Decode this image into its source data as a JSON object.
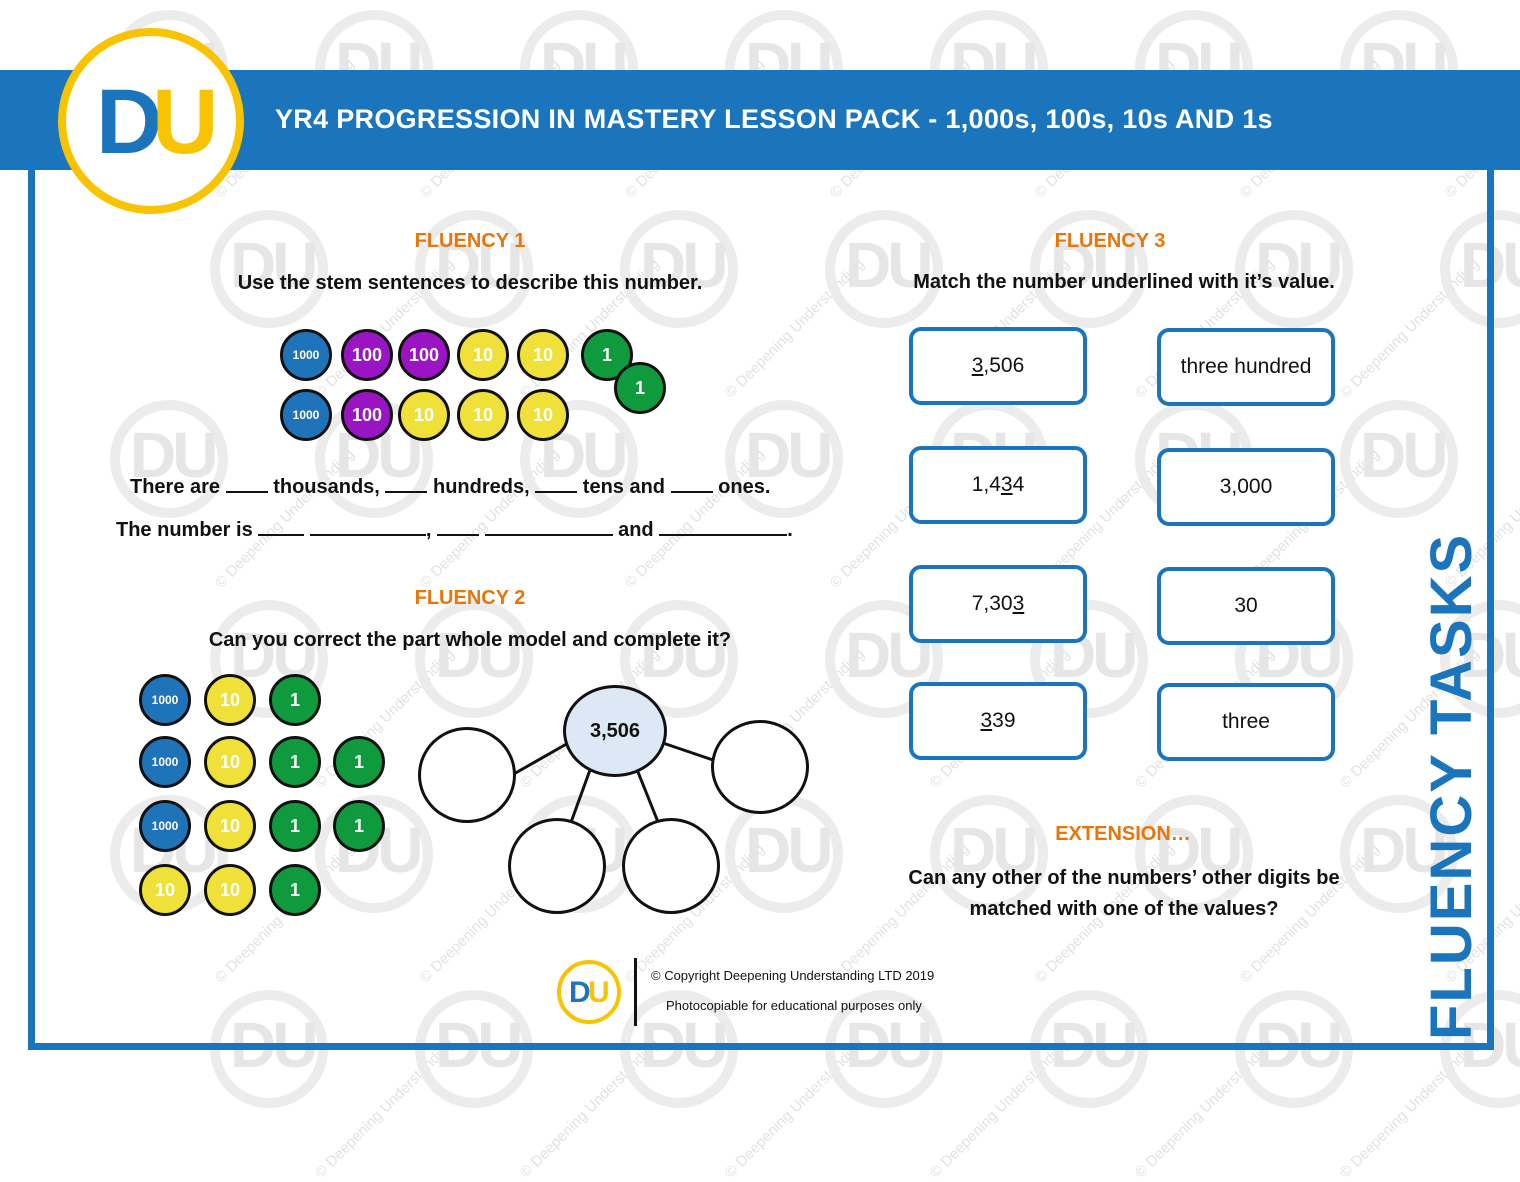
{
  "header": {
    "title": "YR4 PROGRESSION IN MASTERY LESSON PACK - 1,000s, 100s, 10s AND 1s",
    "logo_text": "DU"
  },
  "watermark": {
    "mark": "DU",
    "text": "© Deepening Understanding"
  },
  "fluency1": {
    "heading": "FLUENCY 1",
    "instruction": "Use the stem sentences to describe this number.",
    "counters": [
      "1000",
      "100",
      "100",
      "10",
      "10",
      "1",
      "1000",
      "100",
      "10",
      "10",
      "10",
      "1"
    ],
    "sentence1": {
      "a": "There are",
      "b": "thousands,",
      "c": "hundreds,",
      "d": "tens and",
      "e": "ones."
    },
    "sentence2": {
      "a": "The number is",
      "b": ",",
      "c": "and",
      "d": "."
    }
  },
  "fluency2": {
    "heading": "FLUENCY 2",
    "instruction": "Can you correct the part whole model and complete it?",
    "counters": [
      "1000",
      "10",
      "1",
      "1000",
      "10",
      "1",
      "1",
      "1000",
      "10",
      "1",
      "1",
      "10",
      "10",
      "1"
    ],
    "whole": "3,506"
  },
  "fluency3": {
    "heading": "FLUENCY 3",
    "instruction": "Match the number underlined with it’s value.",
    "numbers": [
      {
        "pre": "",
        "u": "3",
        "post": ",506"
      },
      {
        "pre": "1,4",
        "u": "3",
        "post": "4"
      },
      {
        "pre": "7,30",
        "u": "3",
        "post": ""
      },
      {
        "pre": "",
        "u": "3",
        "post": "39"
      }
    ],
    "values": [
      "three hundred",
      "3,000",
      "30",
      "three"
    ]
  },
  "extension": {
    "heading": "EXTENSION…",
    "line1": "Can any other of the numbers’ other digits be",
    "line2": "matched with one of the values?"
  },
  "side_label": "FLUENCY TASKS",
  "footer": {
    "logo_text": "DU",
    "copyright": "© Copyright Deepening Understanding LTD 2019",
    "note": "Photocopiable for educational purposes only"
  },
  "colors": {
    "brand_blue": "#1b75bc",
    "brand_yellow": "#f8c300",
    "heading_orange": "#e8750c",
    "thousand": "#1f73b9",
    "hundred": "#9a14c4",
    "ten": "#f0e13a",
    "one": "#0f9a3e"
  }
}
